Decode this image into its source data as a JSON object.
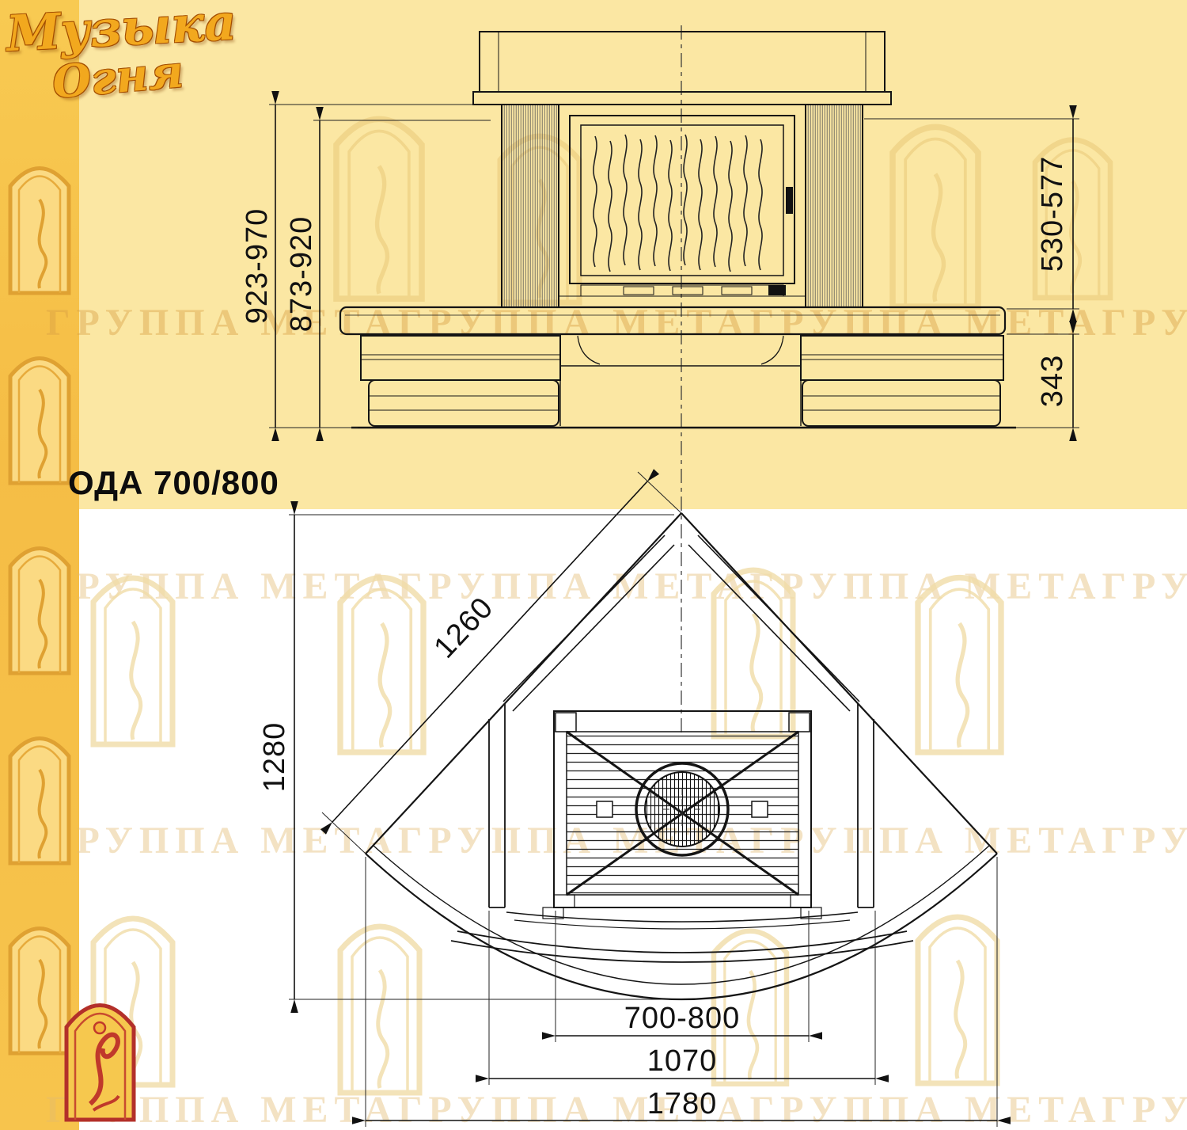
{
  "brand": {
    "logo_line1": "Музыка",
    "logo_line2": "Огня"
  },
  "watermark": {
    "text": "ГРУППА МЕТАГРУППА МЕТАГРУППА МЕТАГРУППА МЕТА"
  },
  "drawing": {
    "model_label": "ОДА 700/800",
    "front_view": {
      "dim_height_overall": "923-970",
      "dim_height_portal": "873-920",
      "dim_portal_to_shelf": "530-577",
      "dim_base_height": "343"
    },
    "plan_view": {
      "dim_radius": "1260",
      "dim_depth": "1280",
      "dim_firebox_width": "700-800",
      "dim_inner_width": "1070",
      "dim_overall_width": "1780"
    }
  },
  "colors": {
    "strip_yellow": "#F7C44D",
    "band_yellow": "#FBE7A3",
    "line_black": "#141414",
    "watermark_tan": "#E3BE78"
  }
}
